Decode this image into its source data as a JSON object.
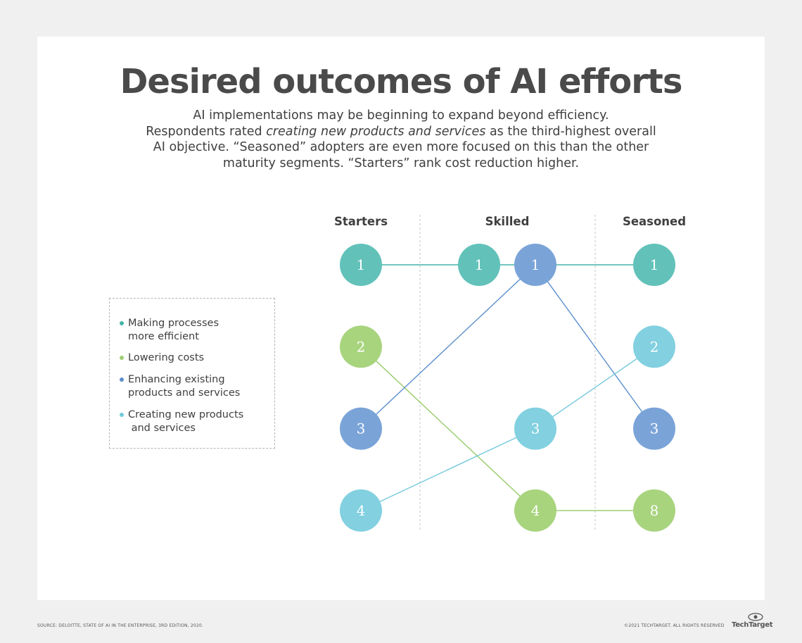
{
  "title": "Desired outcomes of AI efforts",
  "subtitle": {
    "line1": "AI implementations may be beginning to expand beyond efficiency.",
    "line2_pre": "Respondents rated ",
    "line2_em": "creating new products and services",
    "line2_post": " as the third-highest overall",
    "line3": "AI objective. “Seasoned” adopters are even more focused on this than the other",
    "line4": "maturity segments. “Starters” rank cost reduction higher."
  },
  "legend": [
    {
      "line1": "Making processes",
      "line2": "more efficient",
      "color": "#45b3a9"
    },
    {
      "line1": "Lowering costs",
      "line2": "",
      "color": "#9fcf72"
    },
    {
      "line1": "Enhancing existing",
      "line2": "products and services",
      "color": "#5b8fcd"
    },
    {
      "line1": "Creating new products",
      "line2": " and services",
      "color": "#73c9dc"
    }
  ],
  "chart_data": {
    "type": "slope",
    "segments": [
      "Starters",
      "Skilled",
      "Seasoned"
    ],
    "series": [
      {
        "name": "Making processes more efficient",
        "color": "#62c2ba",
        "line_color": "#45b3a9",
        "ranks": [
          1,
          1,
          1
        ]
      },
      {
        "name": "Lowering costs",
        "color": "#a8d47e",
        "line_color": "#96cb68",
        "ranks": [
          2,
          4,
          8
        ]
      },
      {
        "name": "Enhancing existing products and services",
        "color": "#7aa4d8",
        "line_color": "#5b8fcd",
        "ranks": [
          3,
          1,
          3
        ]
      },
      {
        "name": "Creating new products and services",
        "color": "#82d0e0",
        "line_color": "#73c9dc",
        "ranks": [
          4,
          3,
          2
        ]
      }
    ]
  },
  "footer": {
    "source": "SOURCE: DELOITTE, STATE OF AI IN THE ENTERPRISE, 3RD EDITION, 2020.",
    "copyright": "©2021 TECHTARGET. ALL RIGHTS RESERVED",
    "logo": "TechTarget"
  }
}
